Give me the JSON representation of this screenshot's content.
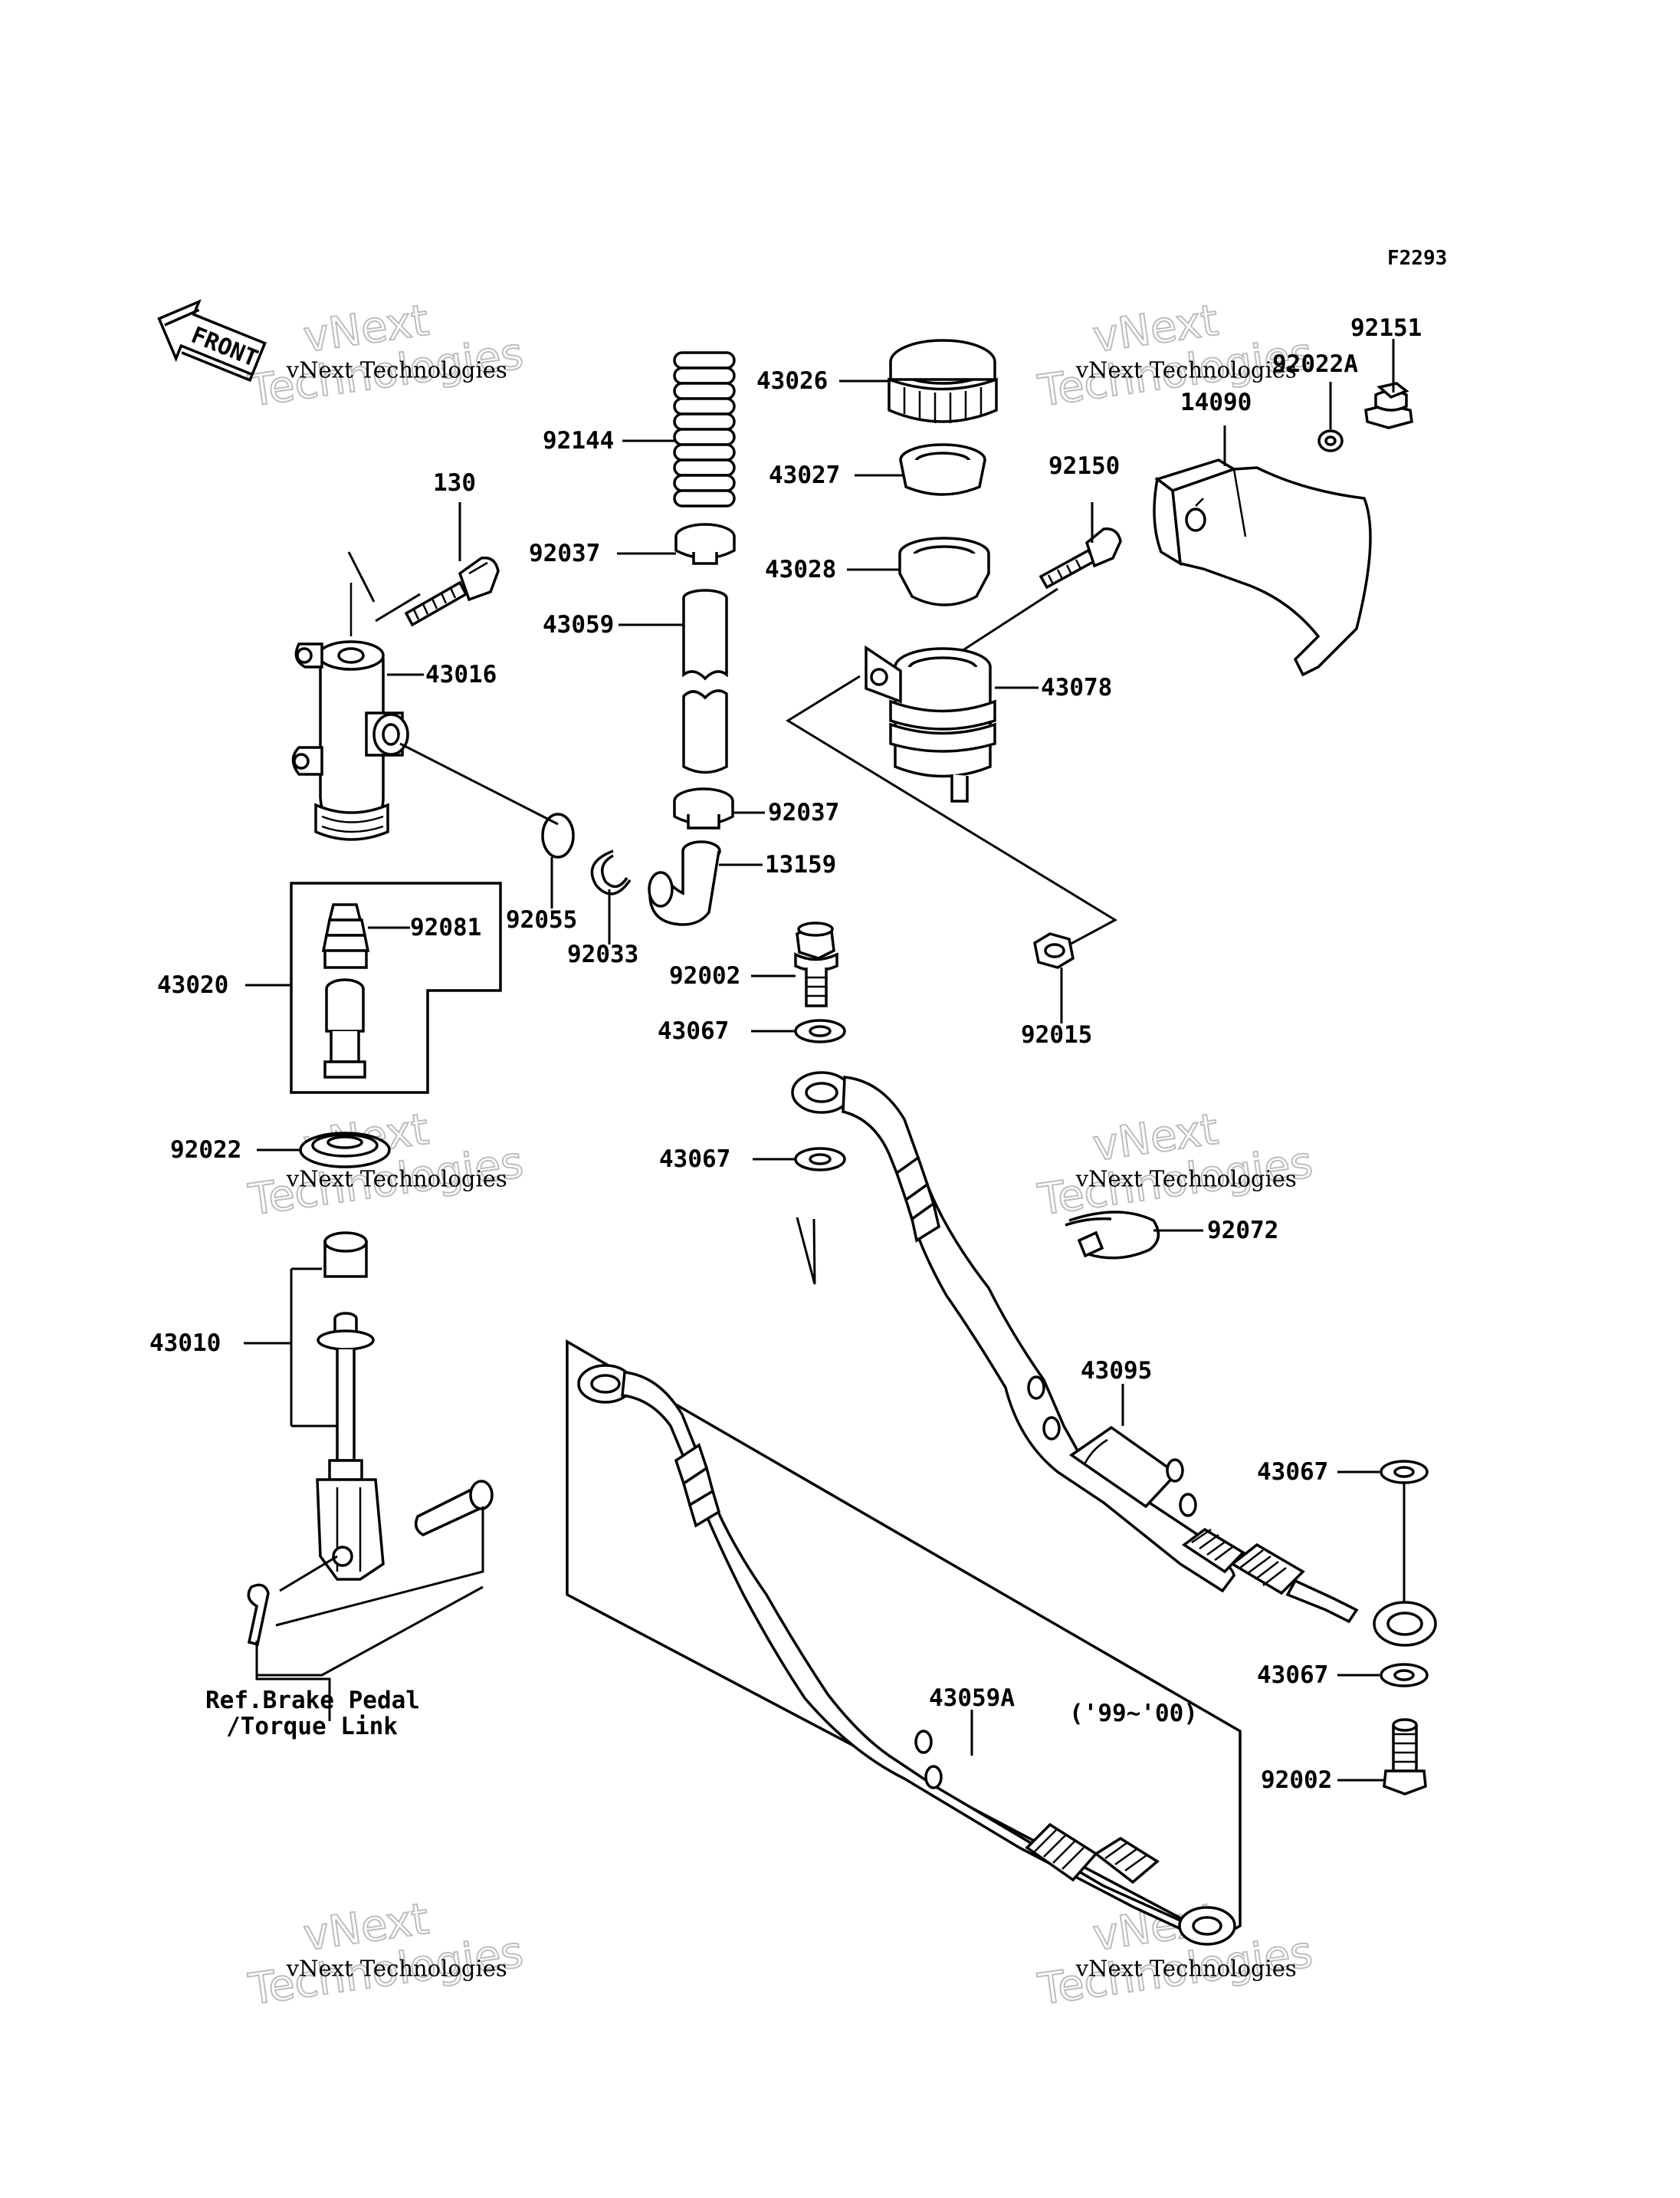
{
  "figure_code": "F2293",
  "front_label": "FRONT",
  "watermark": {
    "line1": "vNext Technologies",
    "line2a": "vNext",
    "line2b": "Technologies"
  },
  "labels": {
    "p130": "130",
    "p43016": "43016",
    "p92144": "92144",
    "p92037a": "92037",
    "p43059": "43059",
    "p92037b": "92037",
    "p13159": "13159",
    "p43026": "43026",
    "p43027": "43027",
    "p43028": "43028",
    "p92150": "92150",
    "p43078": "43078",
    "p92151": "92151",
    "p92022A": "92022A",
    "p14090": "14090",
    "p92055": "92055",
    "p92033": "92033",
    "p92081": "92081",
    "p43020": "43020",
    "p92002a": "92002",
    "p43067a": "43067",
    "p92015": "92015",
    "p92022": "92022",
    "p43067b": "43067",
    "p92072": "92072",
    "p43010": "43010",
    "p43095": "43095",
    "p43067c": "43067",
    "p43067d": "43067",
    "p43059A": "43059A",
    "p92002b": "92002"
  },
  "notes": {
    "ref_line1": "Ref.Brake Pedal",
    "ref_line2": "/Torque Link",
    "years": "('99~'00)"
  }
}
